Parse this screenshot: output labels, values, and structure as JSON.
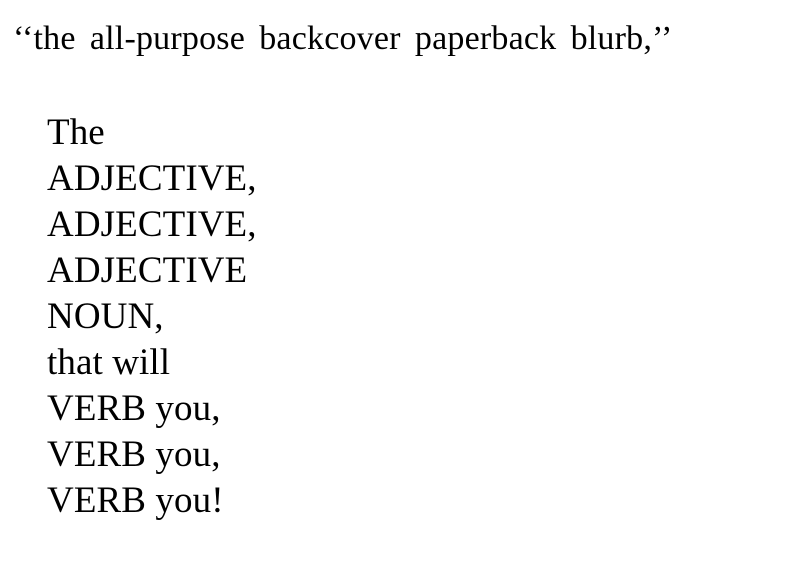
{
  "page": {
    "background_color": "#ffffff",
    "text_color": "#000000"
  },
  "headline": {
    "text": "‘‘the all-purpose backcover paperback blurb,’’",
    "plain_text": "\"the all-purpose backcover paperback blurb,\"",
    "open_quote": "‘‘",
    "close_quote": "’’"
  },
  "blurb": {
    "lines": [
      {
        "text": "The"
      },
      {
        "text": "ADJECTIVE,"
      },
      {
        "text": "ADJECTIVE,"
      },
      {
        "text": "ADJECTIVE"
      },
      {
        "text": "NOUN,"
      },
      {
        "text": "that will"
      },
      {
        "text": "VERB you,"
      },
      {
        "text": "VERB you,"
      },
      {
        "text": "VERB you!"
      }
    ]
  }
}
